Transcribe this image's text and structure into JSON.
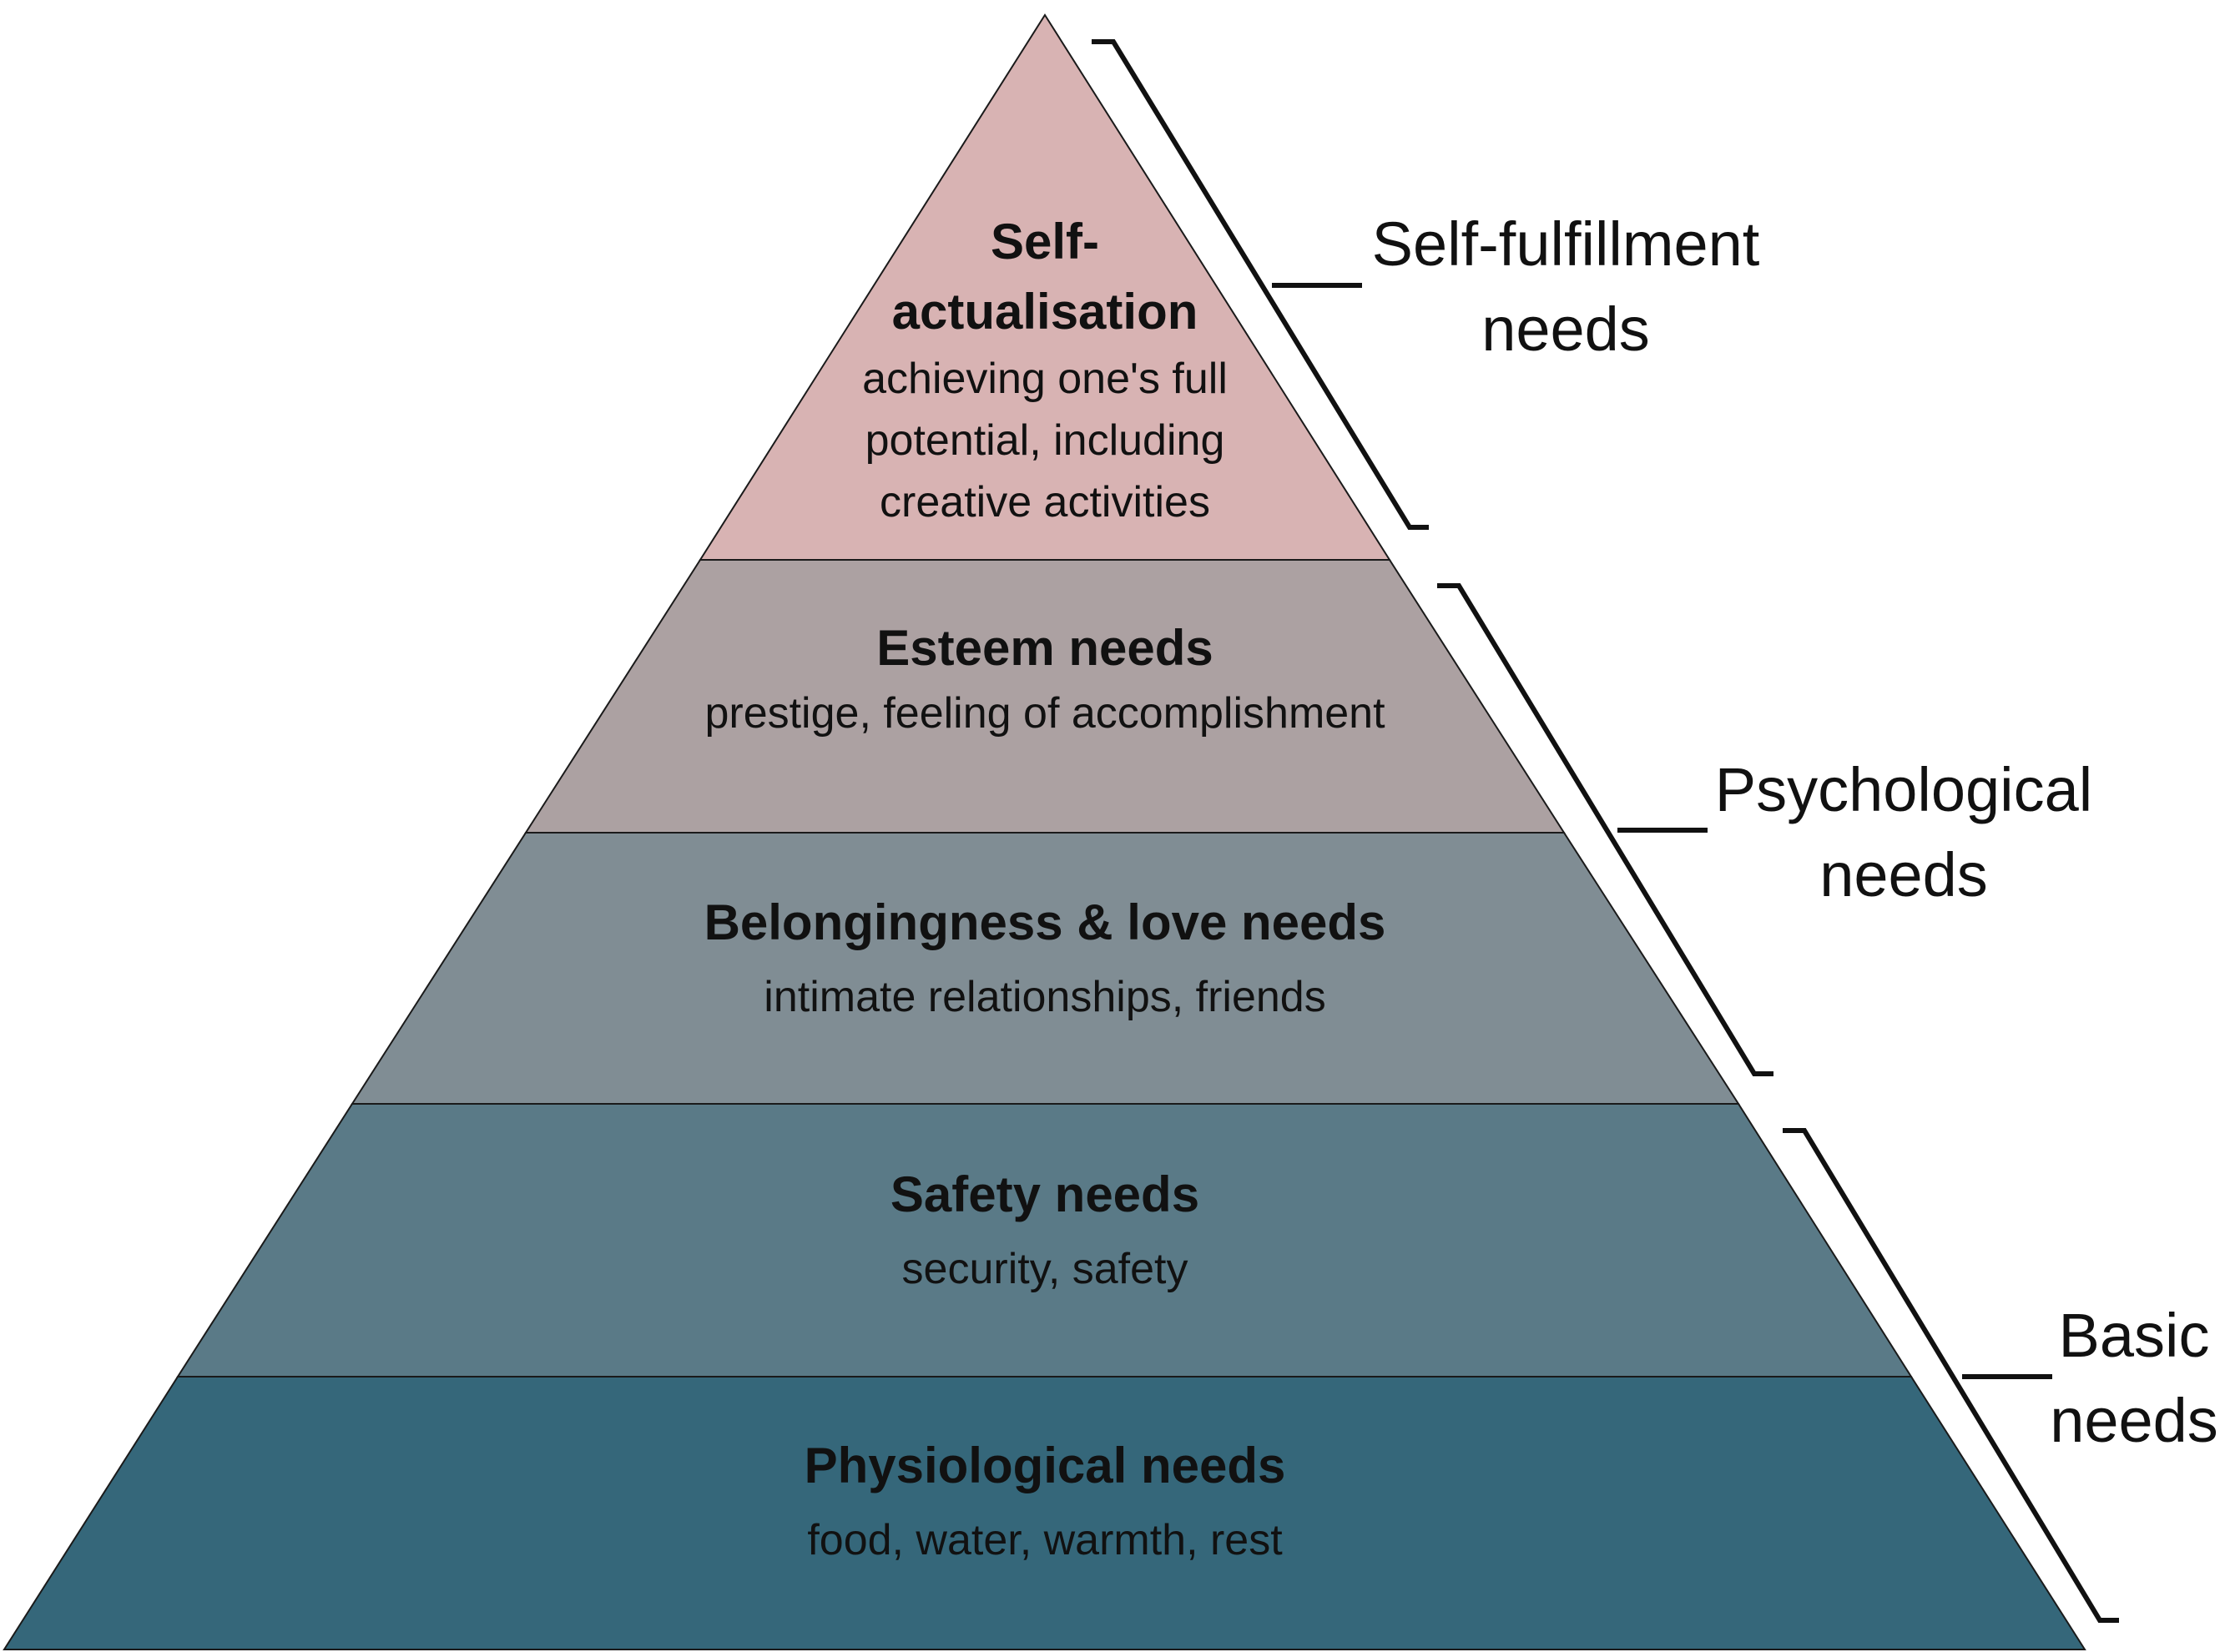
{
  "tiers": [
    {
      "title": "Self-",
      "title_line2": "actualisation",
      "desc_lines": [
        "achieving one's full",
        "potential, including",
        "creative activities"
      ],
      "color": "#D8B3B3"
    },
    {
      "title": "Esteem needs",
      "desc_lines": [
        "prestige, feeling of accomplishment"
      ],
      "color": "#ACA1A2"
    },
    {
      "title": "Belongingness & love needs",
      "desc_lines": [
        "intimate relationships, friends"
      ],
      "color": "#808D94"
    },
    {
      "title": "Safety needs",
      "desc_lines": [
        "security, safety"
      ],
      "color": "#5A7A87"
    },
    {
      "title": "Physiological needs",
      "desc_lines": [
        "food, water, warmth, rest"
      ],
      "color": "#35677A"
    }
  ],
  "groups": [
    {
      "line1": "Self-fulfillment",
      "line2": "needs"
    },
    {
      "line1": "Psychological",
      "line2": "needs"
    },
    {
      "line1": "Basic",
      "line2": "needs"
    }
  ]
}
